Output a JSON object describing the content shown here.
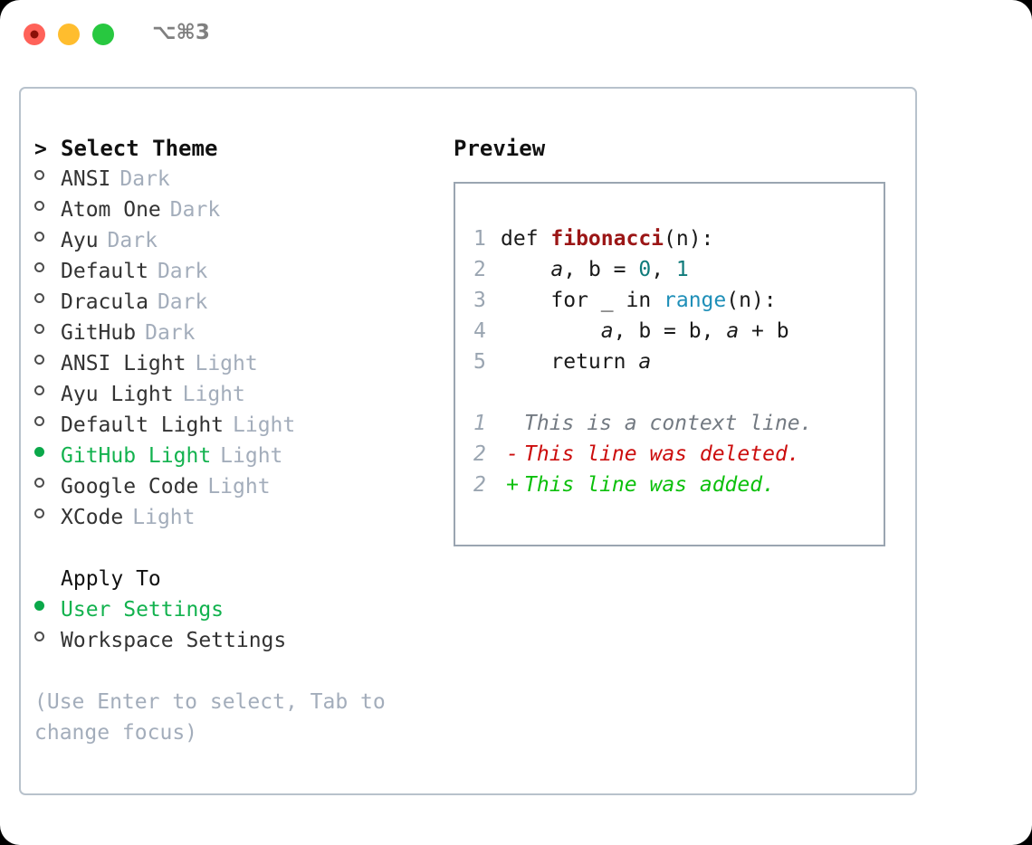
{
  "window": {
    "shortcut": "⌥⌘3",
    "traffic_lights": [
      "close-red",
      "minimize-yellow",
      "zoom-green"
    ]
  },
  "theme_picker": {
    "header_marker": ">",
    "header": "Select Theme",
    "items": [
      {
        "name": "ANSI",
        "kind": "Dark",
        "selected": false
      },
      {
        "name": "Atom One",
        "kind": "Dark",
        "selected": false
      },
      {
        "name": "Ayu",
        "kind": "Dark",
        "selected": false
      },
      {
        "name": "Default",
        "kind": "Dark",
        "selected": false
      },
      {
        "name": "Dracula",
        "kind": "Dark",
        "selected": false
      },
      {
        "name": "GitHub",
        "kind": "Dark",
        "selected": false
      },
      {
        "name": "ANSI Light",
        "kind": "Light",
        "selected": false
      },
      {
        "name": "Ayu Light",
        "kind": "Light",
        "selected": false
      },
      {
        "name": "Default Light",
        "kind": "Light",
        "selected": false
      },
      {
        "name": "GitHub Light",
        "kind": "Light",
        "selected": true
      },
      {
        "name": "Google Code",
        "kind": "Light",
        "selected": false
      },
      {
        "name": "XCode",
        "kind": "Light",
        "selected": false
      }
    ]
  },
  "apply_to": {
    "label": "Apply To",
    "options": [
      {
        "name": "User Settings",
        "selected": true
      },
      {
        "name": "Workspace Settings",
        "selected": false
      }
    ]
  },
  "hint": "(Use Enter to select, Tab to change focus)",
  "preview": {
    "title": "Preview",
    "code": [
      {
        "lineno": "1",
        "tokens": [
          {
            "text": "def ",
            "type": "plain"
          },
          {
            "text": "fibonacci",
            "type": "func"
          },
          {
            "text": "(n):",
            "type": "plain"
          }
        ]
      },
      {
        "lineno": "2",
        "tokens": [
          {
            "text": "    ",
            "type": "plain"
          },
          {
            "text": "a",
            "type": "var"
          },
          {
            "text": ", ",
            "type": "plain"
          },
          {
            "text": "b",
            "type": "plain"
          },
          {
            "text": " = ",
            "type": "plain"
          },
          {
            "text": "0",
            "type": "num"
          },
          {
            "text": ", ",
            "type": "plain"
          },
          {
            "text": "1",
            "type": "num"
          }
        ]
      },
      {
        "lineno": "3",
        "tokens": [
          {
            "text": "    for _ in ",
            "type": "plain"
          },
          {
            "text": "range",
            "type": "call"
          },
          {
            "text": "(n):",
            "type": "plain"
          }
        ]
      },
      {
        "lineno": "4",
        "tokens": [
          {
            "text": "        ",
            "type": "plain"
          },
          {
            "text": "a",
            "type": "var"
          },
          {
            "text": ", ",
            "type": "plain"
          },
          {
            "text": "b",
            "type": "plain"
          },
          {
            "text": " = ",
            "type": "plain"
          },
          {
            "text": "b",
            "type": "plain"
          },
          {
            "text": ", ",
            "type": "plain"
          },
          {
            "text": "a",
            "type": "var"
          },
          {
            "text": " + ",
            "type": "plain"
          },
          {
            "text": "b",
            "type": "plain"
          }
        ]
      },
      {
        "lineno": "5",
        "tokens": [
          {
            "text": "    return ",
            "type": "plain"
          },
          {
            "text": "a",
            "type": "var"
          }
        ]
      }
    ],
    "diff": [
      {
        "lineno": "1",
        "sign": " ",
        "text": "This is a context line.",
        "type": "context"
      },
      {
        "lineno": "2",
        "sign": "-",
        "text": "This line was deleted.",
        "type": "deleted"
      },
      {
        "lineno": "2",
        "sign": "+",
        "text": "This line was added.",
        "type": "added"
      }
    ]
  },
  "colors": {
    "selected_green": "#12b24e",
    "bullet_green": "#0ba84a",
    "kind_label_gray": "#a3adbb",
    "hint_gray": "#a3adbb",
    "panel_border": "#b8c2cc",
    "preview_border": "#9aa5b1",
    "code_function_red": "#9b1616",
    "code_number_teal": "#0f7b7b",
    "code_call_blue": "#1f8fb8",
    "diff_deleted_red": "#cc0d0d",
    "diff_added_green": "#0cc00c",
    "diff_context_gray": "#737a82",
    "lineno_gray": "#9aa5b1",
    "shortcut_gray": "#808080",
    "traffic_red": "#ff6259",
    "traffic_yellow": "#ffbd2e",
    "traffic_green": "#28c840"
  }
}
